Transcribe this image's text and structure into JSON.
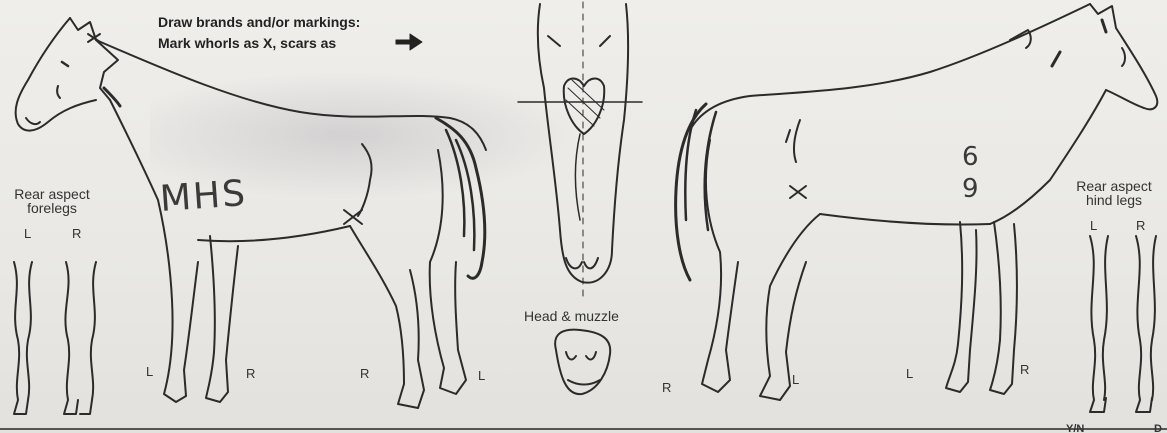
{
  "instructions": {
    "line1": "Draw brands and/or markings:",
    "line2": "Mark whorls as X, scars as"
  },
  "rear_forelegs": {
    "title_line1": "Rear aspect",
    "title_line2": "forelegs",
    "left": "L",
    "right": "R"
  },
  "rear_hindlegs": {
    "title_line1": "Rear aspect",
    "title_line2": "hind legs",
    "left": "L",
    "right": "R"
  },
  "head_muzzle": {
    "label": "Head & muzzle"
  },
  "left_side_view": {
    "legs": [
      "L",
      "R",
      "R",
      "L"
    ]
  },
  "right_side_view": {
    "legs": [
      "R",
      "L",
      "L",
      "R"
    ]
  },
  "handwriting": {
    "brand_left": "MHS",
    "brand_right_top": "6",
    "brand_right_bottom": "9"
  },
  "footer": {
    "partial_a": "Y/N",
    "partial_b": "D"
  },
  "colors": {
    "ink": "#2a2a2a",
    "paper": "#ecebe8"
  }
}
